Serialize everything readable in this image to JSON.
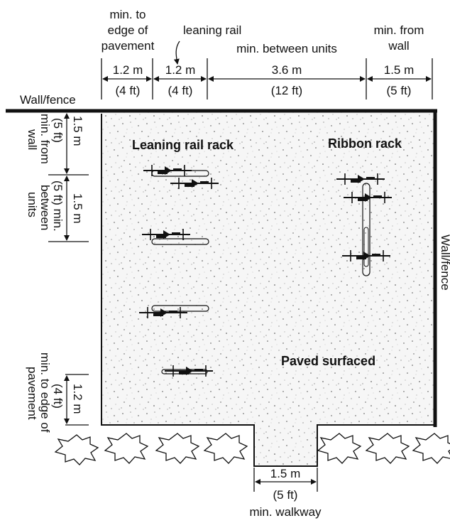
{
  "colors": {
    "ink": "#111111",
    "surface": "#f7f7f7",
    "background": "#ffffff"
  },
  "top_dims": {
    "edge": {
      "caption1": "min. to",
      "caption2": "edge of",
      "caption3": "pavement",
      "metric": "1.2 m",
      "imperial": "(4 ft)"
    },
    "lean": {
      "caption": "leaning rail",
      "metric": "1.2 m",
      "imperial": "(4 ft)"
    },
    "between": {
      "caption": "min. between units",
      "metric": "3.6 m",
      "imperial": "(12 ft)"
    },
    "wall": {
      "caption1": "min. from",
      "caption2": "wall",
      "metric": "1.5 m",
      "imperial": "(5 ft)"
    }
  },
  "left_dims": {
    "wall": {
      "metric": "1.5 m",
      "imperial": "(5 ft)",
      "caption1": "min. from",
      "caption2": "wall"
    },
    "units": {
      "metric": "1.5 m",
      "imperial": "(5 ft) min.",
      "caption1": "between",
      "caption2": "units"
    },
    "edge": {
      "metric": "1.2 m",
      "imperial": "(4 ft)",
      "caption1": "min. to edge of",
      "caption2": "pavement"
    }
  },
  "labels": {
    "wall_fence_top": "Wall/fence",
    "wall_fence_right": "Wall/fence",
    "leaning_rack": "Leaning rail rack",
    "ribbon_rack": "Ribbon rack",
    "paved": "Paved surfaced"
  },
  "bottom_dim": {
    "metric": "1.5 m",
    "imperial": "(5 ft)",
    "caption": "min. walkway"
  },
  "icons": {
    "shrub": "shrub-icon",
    "bicycle": "bicycle-icon",
    "arrow": "arrow-icon"
  }
}
